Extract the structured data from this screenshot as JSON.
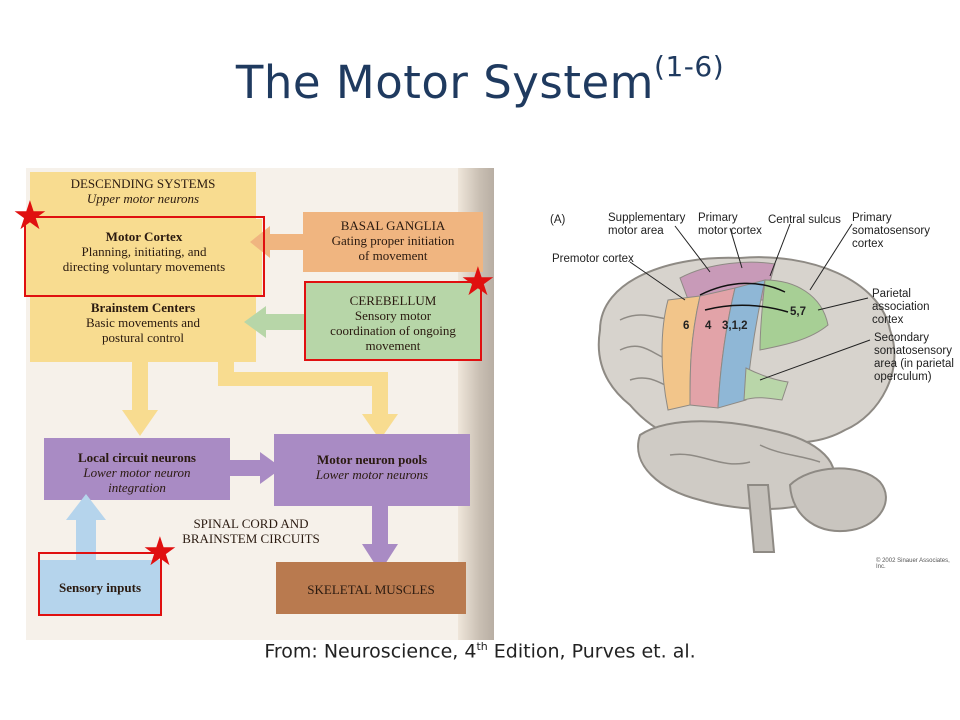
{
  "title": {
    "main": "The Motor System",
    "superscript": "(1-6)"
  },
  "flow": {
    "descending": {
      "line1": "DESCENDING SYSTEMS",
      "line2": "Upper motor neurons"
    },
    "motor_cortex": {
      "heading": "Motor Cortex",
      "line1": "Planning, initiating, and",
      "line2": "directing voluntary movements"
    },
    "basal_ganglia": {
      "heading": "BASAL GANGLIA",
      "line1": "Gating proper initiation",
      "line2": "of movement"
    },
    "brainstem": {
      "heading": "Brainstem Centers",
      "line1": "Basic movements and",
      "line2": "postural control"
    },
    "cerebellum": {
      "heading": "CEREBELLUM",
      "line1": "Sensory motor",
      "line2": "coordination of ongoing",
      "line3": "movement"
    },
    "local_circuit": {
      "heading": "Local circuit neurons",
      "line1": "Lower motor neuron",
      "line2": "integration"
    },
    "motor_pools": {
      "heading": "Motor neuron pools",
      "line1": "Lower motor neurons"
    },
    "spinal": {
      "line1": "SPINAL CORD AND",
      "line2": "BRAINSTEM CIRCUITS"
    },
    "sensory": {
      "label": "Sensory inputs"
    },
    "skeletal": {
      "label": "SKELETAL MUSCLES"
    }
  },
  "brain": {
    "panel": "(A)",
    "labels": {
      "supplementary": "Supplementary\nmotor area",
      "primary_motor": "Primary\nmotor cortex",
      "central_sulcus": "Central sulcus",
      "primary_somato": "Primary\nsomatosensory\ncortex",
      "premotor": "Premotor cortex",
      "parietal": "Parietal\nassociation\ncortex",
      "secondary": "Secondary\nsomatosensory\narea (in parietal\noperculum)"
    },
    "areas": {
      "a6": "6",
      "a4": "4",
      "a312": "3,1,2",
      "a57": "5,7"
    },
    "copyright": "© 2002 Sinauer Associates, Inc."
  },
  "caption": {
    "pre": "From: Neuroscience, 4",
    "sup": "th",
    "post": " Edition, Purves et. al."
  },
  "colors": {
    "title": "#1f3a5f",
    "highlight": "#e01010",
    "yellow": "#f8dc90",
    "orange": "#f0b580",
    "green": "#b7d6a8",
    "purple": "#a98bc4",
    "brown": "#b97a4f",
    "blue": "#b5d4ec"
  }
}
